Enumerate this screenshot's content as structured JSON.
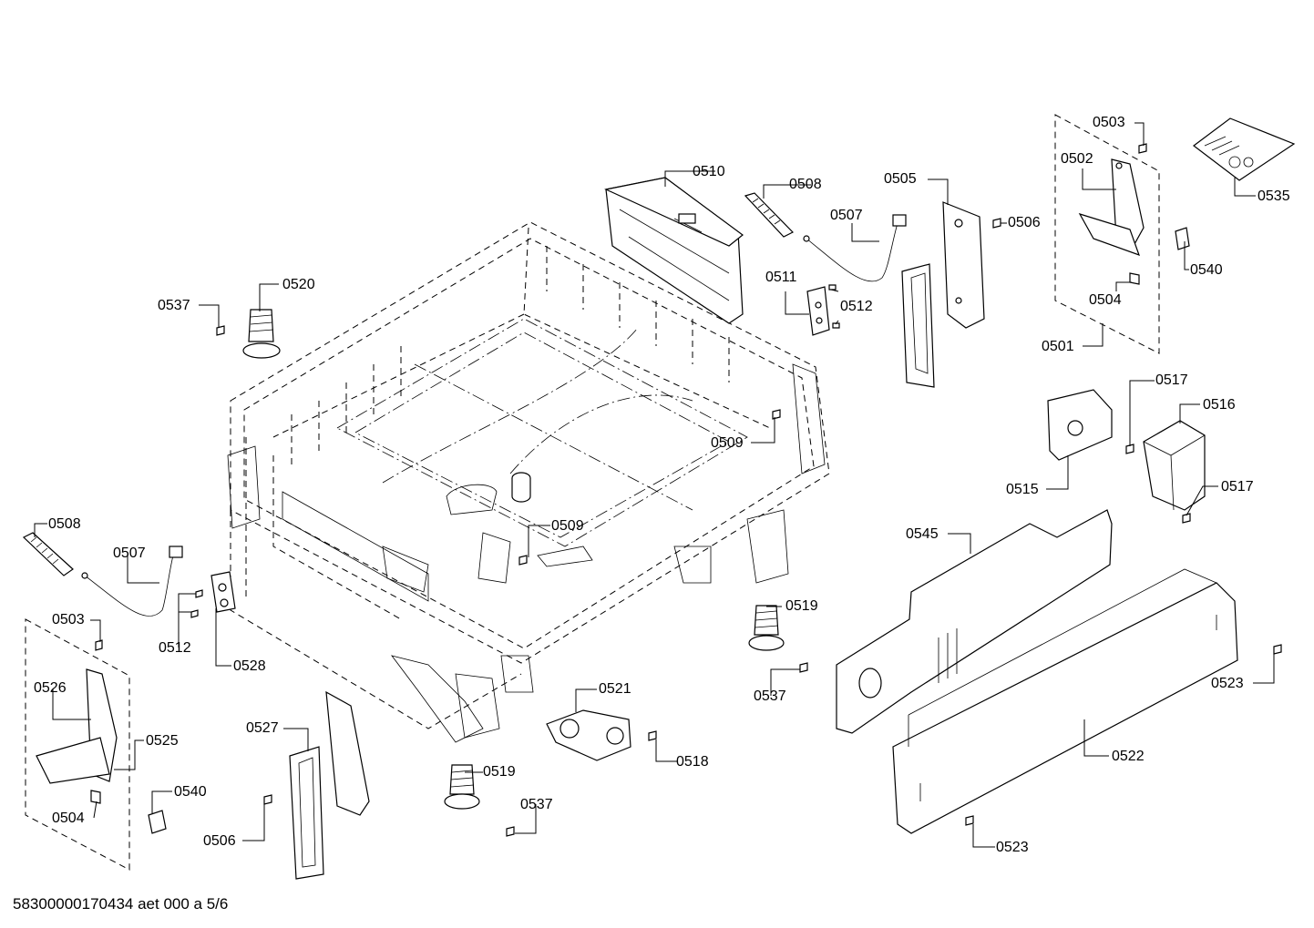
{
  "footer_text": "58300000170434 aet 000 a 5/6",
  "labels": [
    {
      "id": "l0503a",
      "text": "0503"
    },
    {
      "id": "l0502",
      "text": "0502"
    },
    {
      "id": "l0535",
      "text": "0535"
    },
    {
      "id": "l0505",
      "text": "0505"
    },
    {
      "id": "l0506a",
      "text": "0506"
    },
    {
      "id": "l0510",
      "text": "0510"
    },
    {
      "id": "l0508a",
      "text": "0508"
    },
    {
      "id": "l0507a",
      "text": "0507"
    },
    {
      "id": "l0540a",
      "text": "0540"
    },
    {
      "id": "l0511",
      "text": "0511"
    },
    {
      "id": "l0512a",
      "text": "0512"
    },
    {
      "id": "l0504a",
      "text": "0504"
    },
    {
      "id": "l0501",
      "text": "0501"
    },
    {
      "id": "l0537a",
      "text": "0537"
    },
    {
      "id": "l0520",
      "text": "0520"
    },
    {
      "id": "l0509a",
      "text": "0509"
    },
    {
      "id": "l0517a",
      "text": "0517"
    },
    {
      "id": "l0516",
      "text": "0516"
    },
    {
      "id": "l0515",
      "text": "0515"
    },
    {
      "id": "l0517b",
      "text": "0517"
    },
    {
      "id": "l0545",
      "text": "0545"
    },
    {
      "id": "l0508b",
      "text": "0508"
    },
    {
      "id": "l0507b",
      "text": "0507"
    },
    {
      "id": "l0509b",
      "text": "0509"
    },
    {
      "id": "l0519a",
      "text": "0519"
    },
    {
      "id": "l0503b",
      "text": "0503"
    },
    {
      "id": "l0512b",
      "text": "0512"
    },
    {
      "id": "l0528",
      "text": "0528"
    },
    {
      "id": "l0526",
      "text": "0526"
    },
    {
      "id": "l0523a",
      "text": "0523"
    },
    {
      "id": "l0537b",
      "text": "0537"
    },
    {
      "id": "l0521",
      "text": "0521"
    },
    {
      "id": "l0527",
      "text": "0527"
    },
    {
      "id": "l0525",
      "text": "0525"
    },
    {
      "id": "l0518",
      "text": "0518"
    },
    {
      "id": "l0522",
      "text": "0522"
    },
    {
      "id": "l0519b",
      "text": "0519"
    },
    {
      "id": "l0540b",
      "text": "0540"
    },
    {
      "id": "l0537c",
      "text": "0537"
    },
    {
      "id": "l0504b",
      "text": "0504"
    },
    {
      "id": "l0506b",
      "text": "0506"
    },
    {
      "id": "l0523b",
      "text": "0523"
    }
  ]
}
